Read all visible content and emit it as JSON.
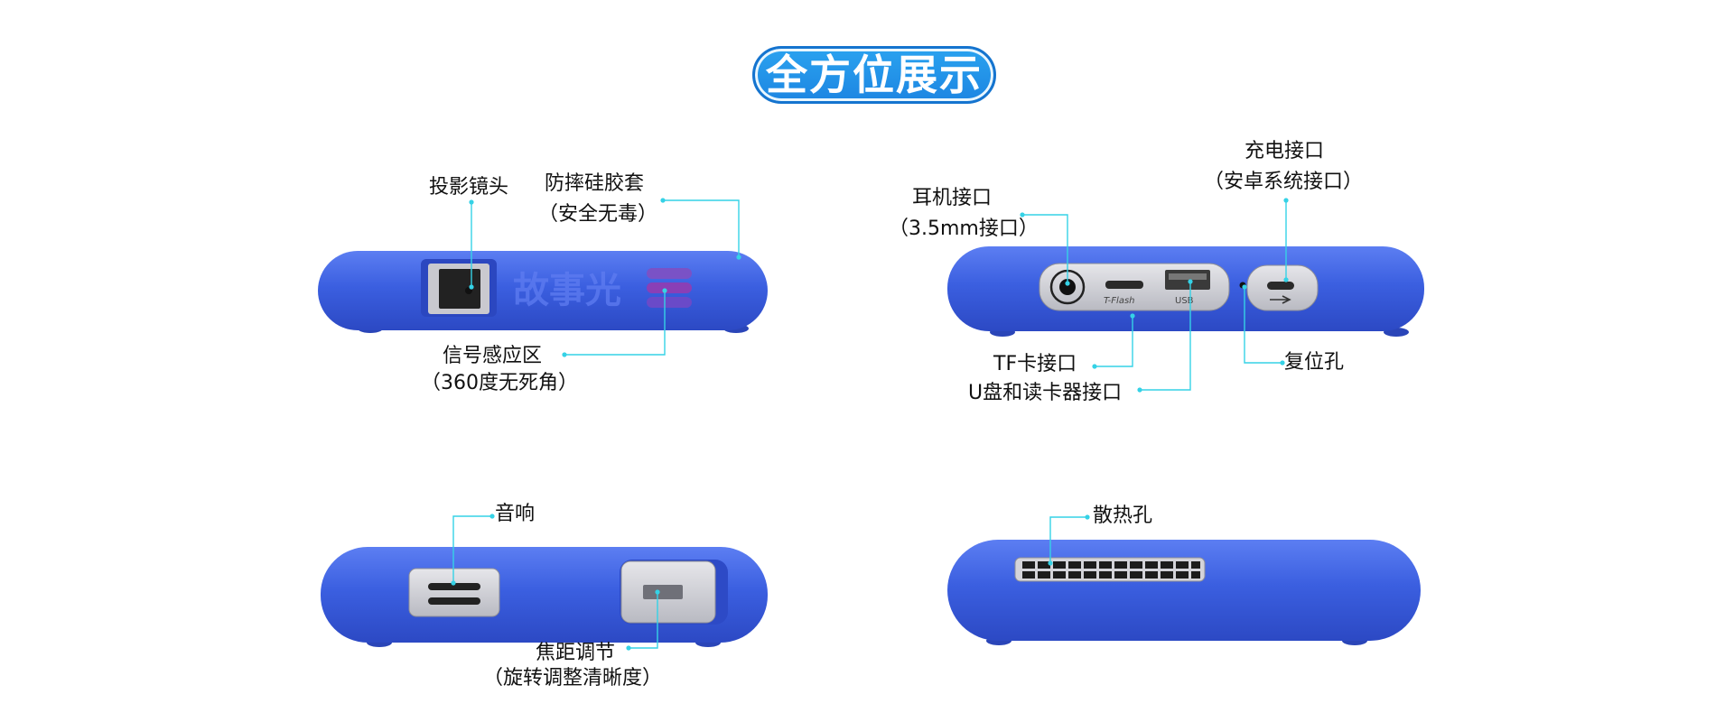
{
  "title": "全方位展示",
  "brand_logo_text": "故事光",
  "port_labels": {
    "tf_flash": "T-Flash",
    "usb": "USB"
  },
  "labels": {
    "lens": "投影镜头",
    "silicone_case_line1": "防摔硅胶套",
    "silicone_case_line2": "（安全无毒）",
    "sensor_line1": "信号感应区",
    "sensor_line2": "（360度无死角）",
    "headphone_line1": "耳机接口",
    "headphone_line2": "（3.5mm接口）",
    "charging_line1": "充电接口",
    "charging_line2": "（安卓系统接口）",
    "tf_card": "TF卡接口",
    "usb_reader": "U盘和读卡器接口",
    "reset": "复位孔",
    "speaker": "音响",
    "focus_line1": "焦距调节",
    "focus_line2": "（旋转调整清晰度）",
    "vents": "散热孔"
  },
  "colors": {
    "device_blue": "#3b5fe0",
    "title_blue": "#1d8fe6",
    "callout_line": "#35d2e6"
  }
}
